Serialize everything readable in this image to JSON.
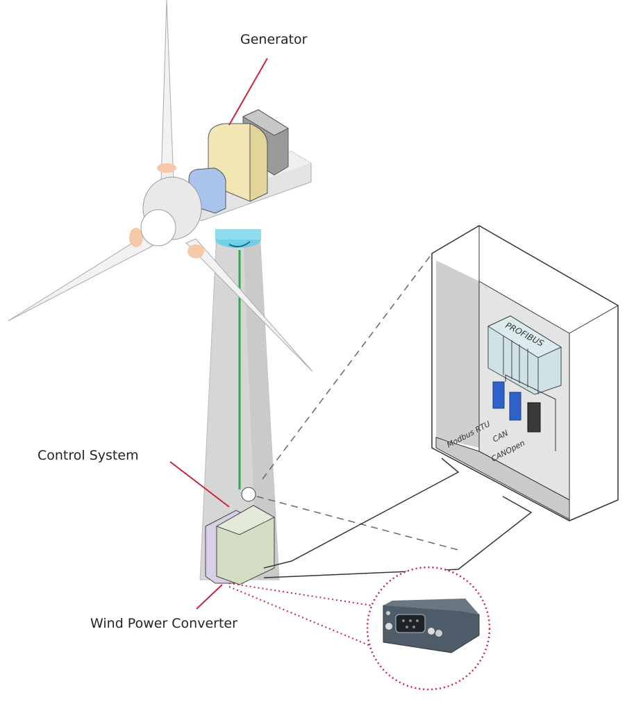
{
  "labels": {
    "generator": "Generator",
    "control_system": "Control System",
    "converter": "Wind Power Converter"
  },
  "cabinet": {
    "plc_label": "PROFIBUS",
    "bus_labels": [
      "Modbus RTU",
      "CAN",
      "CANOpen"
    ]
  },
  "colors": {
    "leader": "#c8243c",
    "signal_line": "#2eaa4a",
    "yaw_ring": "#6fd0e6",
    "generator": "#f2e6b4",
    "gearbox": "#a9c4ec",
    "module_blue": "#2f62c8"
  }
}
